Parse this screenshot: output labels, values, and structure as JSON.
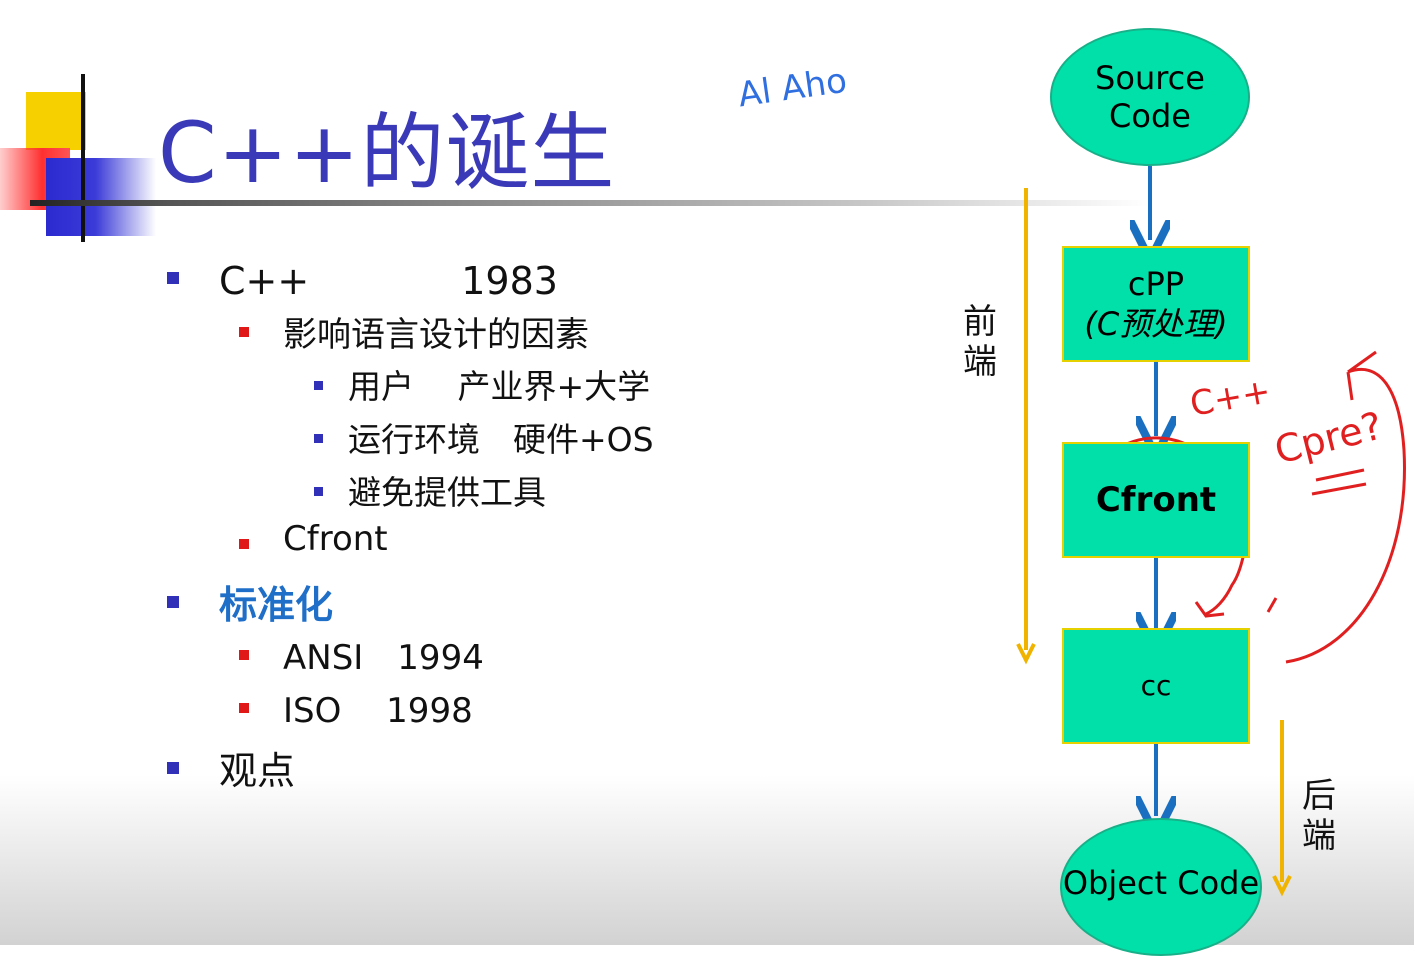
{
  "slide": {
    "title": "C++的诞生",
    "handwritten_note": "Al Aho",
    "bullets": [
      {
        "level": 1,
        "text": "C++　　　　1983"
      },
      {
        "level": 2,
        "text": "影响语言设计的因素"
      },
      {
        "level": 3,
        "text": "用户　 产业界+大学"
      },
      {
        "level": 3,
        "text": "运行环境　硬件+OS"
      },
      {
        "level": 3,
        "text": "避免提供工具"
      },
      {
        "level": 2,
        "text": "Cfront"
      },
      {
        "level": 1,
        "text": "标准化"
      },
      {
        "level": 2,
        "text": "ANSI　1994"
      },
      {
        "level": 2,
        "text": "ISO　 1998"
      },
      {
        "level": 1,
        "text": "观点"
      }
    ]
  },
  "diagram": {
    "nodes": {
      "source": "Source Code",
      "cpp_line1": "cPP",
      "cpp_line2": "(C预处理)",
      "cfront": "Cfront",
      "cc": "cc",
      "object": "Object Code"
    },
    "front_label": "前端",
    "back_label": "后端",
    "annotations": {
      "cplusplus": "C++",
      "cpre": "Cpre?"
    },
    "colors": {
      "node_fill": "#00e0a8",
      "box_border": "#e6d100",
      "arrow": "#1a6fc0",
      "range_arrow": "#f0b400",
      "ink_red": "#e02020"
    }
  }
}
